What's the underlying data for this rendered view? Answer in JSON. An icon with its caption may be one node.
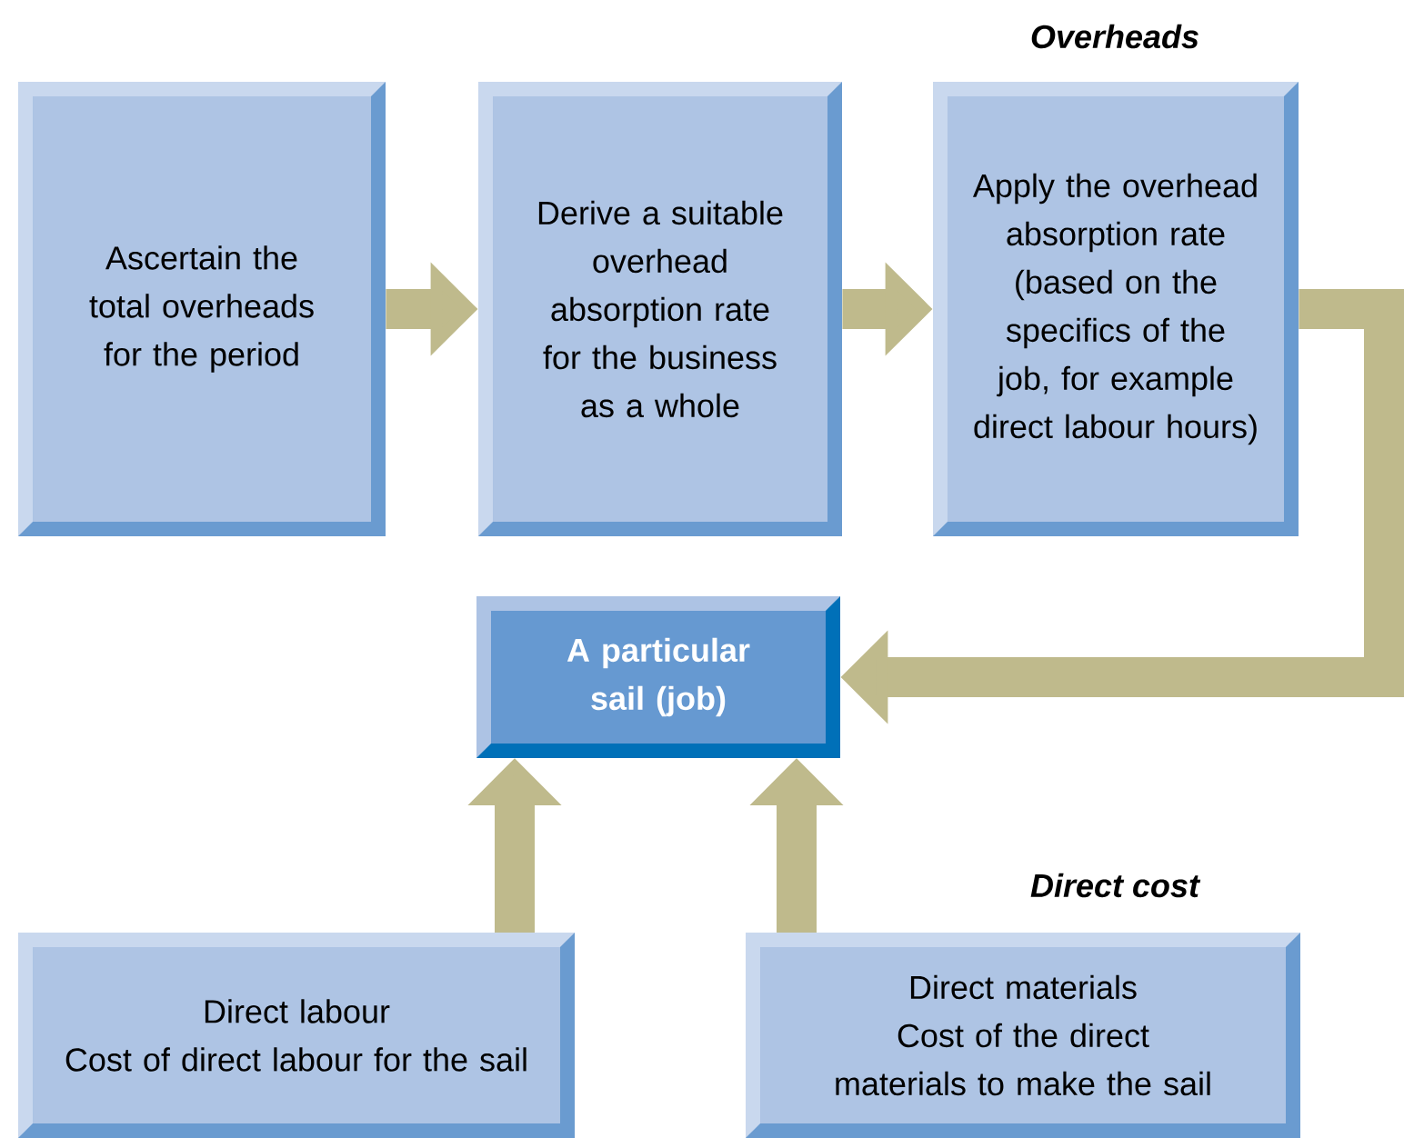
{
  "diagram": {
    "nodes": [
      {
        "text": [
          "Ascertain the total overheads for the period"
        ]
      },
      {
        "text": [
          "Derive a suitable overhead absorption rate for the business as a whole"
        ]
      },
      {
        "text": [
          "Apply the overhead absorption rate (based on the specifics of the job, for example direct labour hours)"
        ]
      },
      {
        "text": [
          "A particular sail (job)"
        ]
      },
      {
        "text": [
          "Direct labour",
          "Cost of direct labour for the sail"
        ]
      },
      {
        "text": [
          "Direct materials",
          "Cost of the direct materials to make the sail"
        ]
      }
    ],
    "edges": [
      {
        "from": 0,
        "to": 1,
        "arrow": "to"
      },
      {
        "from": 1,
        "to": 2,
        "arrow": "to"
      },
      {
        "from": 2,
        "to": 3,
        "arrow": "to"
      },
      {
        "from": 4,
        "to": 3,
        "arrow": "to"
      },
      {
        "from": 5,
        "to": 3,
        "arrow": "to"
      }
    ],
    "labels": [
      "Overheads",
      "Direct cost"
    ]
  }
}
